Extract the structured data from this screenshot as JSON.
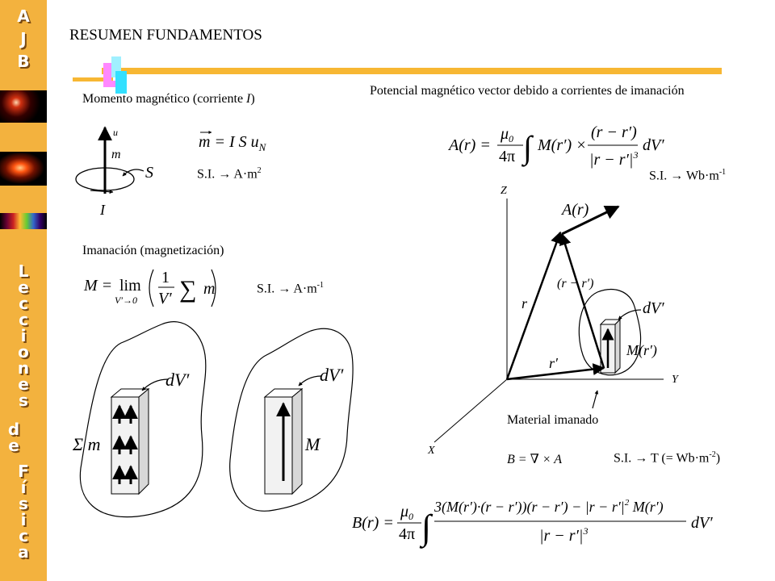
{
  "sidebar": {
    "top_letters": [
      "A",
      "J",
      "B"
    ],
    "vertical_title": [
      "L",
      "e",
      "c",
      "c",
      "i",
      "o",
      "n",
      "e",
      "s"
    ],
    "vertical_de": [
      "d",
      "e"
    ],
    "vertical_fisica": [
      "F",
      "í",
      "s",
      "i",
      "c",
      "a"
    ]
  },
  "header": {
    "title": "RESUMEN FUNDAMENTOS"
  },
  "moment": {
    "label_prefix": "Momento magnético (corriente ",
    "label_var": "I",
    "label_suffix": ")",
    "formula": "m = I S u_N",
    "si": "S.I. → A·m",
    "si_exp": "2",
    "fig": {
      "u": "u",
      "m": "m",
      "S": "S",
      "I": "I"
    }
  },
  "magnetization": {
    "label": "Imanación (magnetización)",
    "formula": "M = lim_{V'→0} (1/V') Σ m",
    "si": "S.I. → A·m",
    "si_exp": "-1",
    "fig": {
      "dV": "dV′",
      "sum_m": "Σ m",
      "M": "M"
    }
  },
  "vector_potential": {
    "label": "Potencial magnético vector debido a corrientes de imanación",
    "formula": "A(r) = (μ0/4π) ∫ M(r′) × (r − r′)/|r − r′|³ dV′",
    "si": "S.I. → Wb·m",
    "si_exp": "-1",
    "fig": {
      "Z": "Z",
      "Y": "Y",
      "X": "X",
      "A": "A(r)",
      "r_minus": "(r − r′)",
      "r": "r",
      "r_prime": "r′",
      "dV": "dV′",
      "M": "M(r′)"
    },
    "material_label": "Material imanado"
  },
  "field_b": {
    "formula": "B = ∇ × A",
    "si": "S.I. → T",
    "si_extra_open": " (= Wb·m",
    "si_extra_exp": "-2",
    "si_extra_close": ")",
    "full_formula": "B(r) = (μ0/4π) ∫ [3(M(r′)·(r−r′))(r−r′) − |r−r′|² M(r′)] / |r−r′|³ dV′"
  },
  "colors": {
    "sidebar": "#f3b23e",
    "bar": "#f7b733",
    "deco_pink": "#ff88ff",
    "deco_cyan": "#33e0ff"
  }
}
